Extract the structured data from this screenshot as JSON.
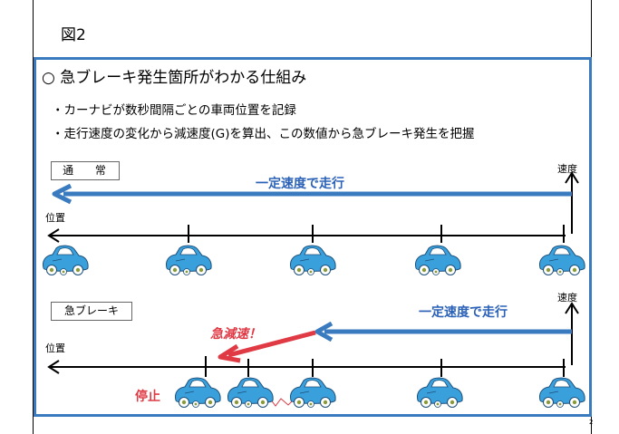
{
  "figure_label": "図2",
  "heading": "○ 急ブレーキ発生箇所がわかる仕組み",
  "bullets": [
    "・カーナビが数秒間隔ごとの車両位置を記録",
    "・走行速度の変化から減速度(G)を算出、この数値から急ブレーキ発生を把握"
  ],
  "normal": {
    "tag": "通 常",
    "speed_label": "速度",
    "position_label": "位置",
    "cruise_label": "一定速度で走行"
  },
  "braking": {
    "tag": "急ブレーキ",
    "speed_label": "速度",
    "position_label": "位置",
    "cruise_label": "一定速度で走行",
    "decel_label": "急減速！",
    "stop_label": "停止"
  },
  "page_number": "2",
  "colors": {
    "frame": "#3a7bbf",
    "blue_arrow": "#3a7bbf",
    "blue_text": "#2b62b8",
    "red": "#e03a45",
    "car_body": "#3aa0dc"
  }
}
